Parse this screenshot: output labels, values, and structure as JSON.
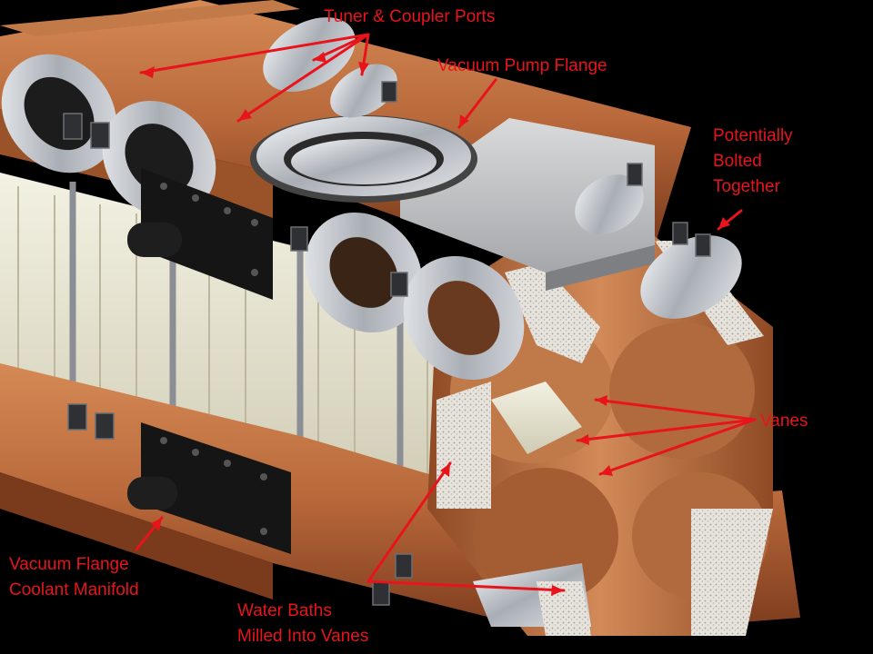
{
  "colors": {
    "background": "#000000",
    "label": "#e8141b",
    "copper": "#b8683a",
    "copper_dark": "#7a3a1c",
    "steel": "#c8ccd2",
    "cream_interior": "#ecead8",
    "gasket": "#2a2a2a"
  },
  "labels": {
    "tuner_ports": "Tuner & Coupler Ports",
    "vacuum_pump": "Vacuum Pump Flange",
    "bolted": [
      "Potentially",
      "Bolted",
      "Together"
    ],
    "vanes": "Vanes",
    "manifold": [
      "Vacuum Flange",
      "Coolant Manifold"
    ],
    "water_baths": [
      "Water Baths",
      "Milled Into Vanes"
    ]
  }
}
